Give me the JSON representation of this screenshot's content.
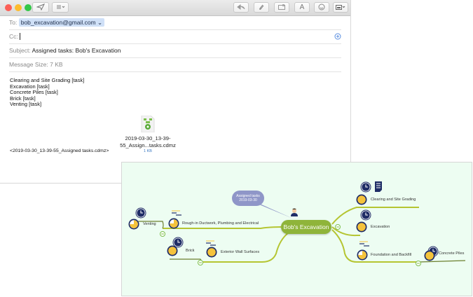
{
  "email": {
    "toolbar": {
      "buttons": [
        "send-icon",
        "list-icon",
        "reply-icon",
        "attachment-icon",
        "photo-browser-icon",
        "format-icon",
        "emoji-icon",
        "template-icon"
      ],
      "format_label": "A"
    },
    "to": {
      "label": "To:",
      "value": "bob_excavation@gmail.com"
    },
    "cc": {
      "label": "Cc:",
      "value": ""
    },
    "subject": {
      "label": "Subject:",
      "value": "Assigned tasks: Bob's Excavation"
    },
    "message_size": {
      "label": "Message Size:",
      "value": "7 KB"
    },
    "body_lines": [
      "Clearing and Site Grading  [task]",
      "Excavation  [task]",
      "Concrete Piles  [task]",
      "Brick  [task]",
      "Venting  [task]"
    ],
    "attachment": {
      "name_line1": "2019-03-30_13-39-",
      "name_line2": "55_Assign...tasks.cdmz",
      "size": "1 KB"
    },
    "attachment_ref": "<2019-03-30_13-39-55_Assigned tasks.cdmz>"
  },
  "mindmap": {
    "center": "Bob's Excavation",
    "callout": {
      "line1": "Assigned tasks",
      "line2": "2019-03-30"
    },
    "colors": {
      "branch": "#b5c532",
      "center": "#8fb43a",
      "callout": "#8f96c8",
      "navy": "#1f2d66",
      "yellow": "#f5c33b",
      "background": "#edfdf2"
    },
    "nodes": {
      "clearing": "Clearing and Site Grading",
      "excavation": "Excavation",
      "foundation": "Foundation and Backfill",
      "concrete": "Concrete Piles",
      "rough_in": "Rough-in Ductwork, Plumbing and Electrical",
      "venting": "Venting",
      "exterior": "Exterior Wall Surfaces",
      "brick": "Brick"
    }
  }
}
